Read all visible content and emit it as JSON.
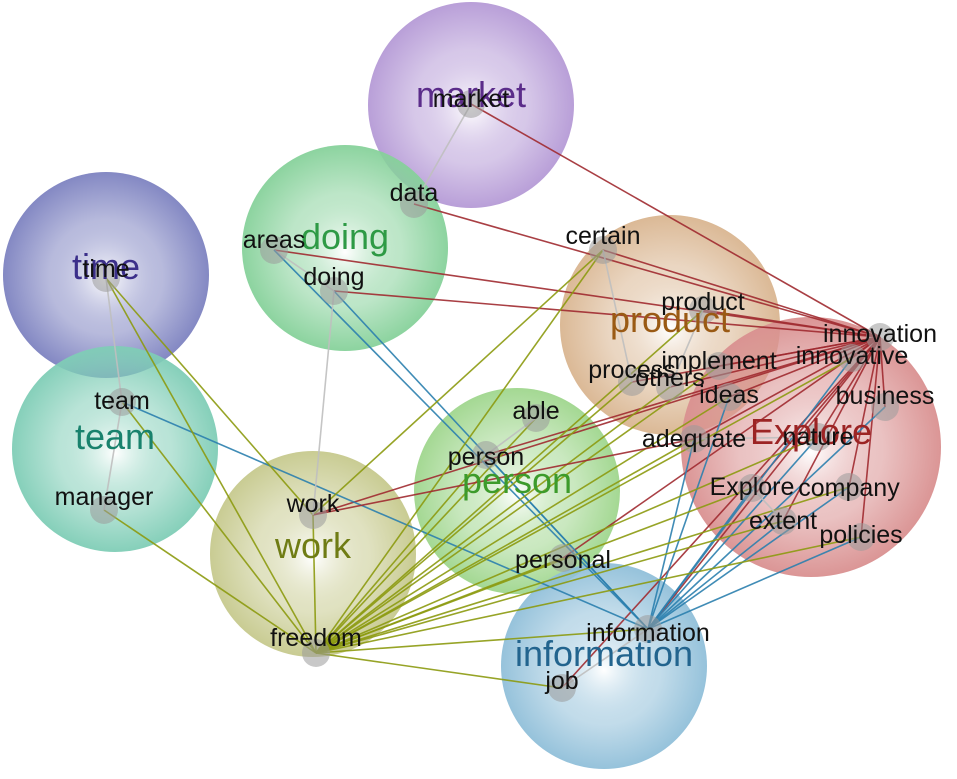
{
  "clusters": [
    {
      "id": "market",
      "label": "market",
      "color": "#5b2c8a",
      "fill": "#b59ad6"
    },
    {
      "id": "time",
      "label": "time",
      "color": "#3b2f8a",
      "fill": "#7d82c0"
    },
    {
      "id": "doing",
      "label": "doing",
      "color": "#2e9a45",
      "fill": "#86d19a"
    },
    {
      "id": "product",
      "label": "product",
      "color": "#9a5a14",
      "fill": "#d9b590"
    },
    {
      "id": "team",
      "label": "team",
      "color": "#19826d",
      "fill": "#7fcdb6"
    },
    {
      "id": "person",
      "label": "person",
      "color": "#3c9b2b",
      "fill": "#9fd68d"
    },
    {
      "id": "work",
      "label": "work",
      "color": "#6f7c14",
      "fill": "#c6c98d"
    },
    {
      "id": "explore",
      "label": "Explore",
      "color": "#9c2424",
      "fill": "#d99090"
    },
    {
      "id": "information",
      "label": "information",
      "color": "#22648e",
      "fill": "#90bfd9"
    }
  ],
  "nodes": [
    {
      "id": "market",
      "label": "market",
      "cluster": "market"
    },
    {
      "id": "data",
      "label": "data",
      "cluster": "market"
    },
    {
      "id": "time",
      "label": "time",
      "cluster": "time"
    },
    {
      "id": "areas",
      "label": "areas",
      "cluster": "doing"
    },
    {
      "id": "doing",
      "label": "doing",
      "cluster": "doing"
    },
    {
      "id": "certain",
      "label": "certain",
      "cluster": "product"
    },
    {
      "id": "product",
      "label": "product",
      "cluster": "product"
    },
    {
      "id": "process",
      "label": "process",
      "cluster": "product"
    },
    {
      "id": "implement",
      "label": "implement",
      "cluster": "product"
    },
    {
      "id": "others",
      "label": "others",
      "cluster": "product"
    },
    {
      "id": "team",
      "label": "team",
      "cluster": "team"
    },
    {
      "id": "manager",
      "label": "manager",
      "cluster": "team"
    },
    {
      "id": "able",
      "label": "able",
      "cluster": "person"
    },
    {
      "id": "person",
      "label": "person",
      "cluster": "person"
    },
    {
      "id": "personal",
      "label": "personal",
      "cluster": "person"
    },
    {
      "id": "work",
      "label": "work",
      "cluster": "work"
    },
    {
      "id": "freedom",
      "label": "freedom",
      "cluster": "work"
    },
    {
      "id": "innovation",
      "label": "innovation",
      "cluster": "explore"
    },
    {
      "id": "innovative",
      "label": "innovative",
      "cluster": "explore"
    },
    {
      "id": "ideas",
      "label": "ideas",
      "cluster": "explore"
    },
    {
      "id": "business",
      "label": "business",
      "cluster": "explore"
    },
    {
      "id": "adequate",
      "label": "adequate",
      "cluster": "explore"
    },
    {
      "id": "nature",
      "label": "nature",
      "cluster": "explore"
    },
    {
      "id": "Explore",
      "label": "Explore",
      "cluster": "explore"
    },
    {
      "id": "company",
      "label": "company",
      "cluster": "explore"
    },
    {
      "id": "extent",
      "label": "extent",
      "cluster": "explore"
    },
    {
      "id": "policies",
      "label": "policies",
      "cluster": "explore"
    },
    {
      "id": "information",
      "label": "information",
      "cluster": "information"
    },
    {
      "id": "job",
      "label": "job",
      "cluster": "information"
    }
  ],
  "edges": [
    [
      "market",
      "innovation"
    ],
    [
      "market",
      "data"
    ],
    [
      "data",
      "innovation"
    ],
    [
      "areas",
      "innovation"
    ],
    [
      "doing",
      "innovation"
    ],
    [
      "certain",
      "innovation"
    ],
    [
      "work",
      "innovation"
    ],
    [
      "person",
      "innovation"
    ],
    [
      "areas",
      "doing"
    ],
    [
      "product",
      "innovation"
    ],
    [
      "implement",
      "innovation"
    ],
    [
      "others",
      "innovation"
    ],
    [
      "process",
      "innovation"
    ],
    [
      "personal",
      "innovation"
    ],
    [
      "information",
      "innovation"
    ],
    [
      "job",
      "innovation"
    ],
    [
      "ideas",
      "innovation"
    ],
    [
      "adequate",
      "innovation"
    ],
    [
      "nature",
      "innovation"
    ],
    [
      "company",
      "innovation"
    ],
    [
      "extent",
      "innovation"
    ],
    [
      "policies",
      "innovation"
    ],
    [
      "business",
      "innovation"
    ],
    [
      "Explore",
      "innovation"
    ],
    [
      "innovative",
      "innovation"
    ],
    [
      "areas",
      "information"
    ],
    [
      "doing",
      "information"
    ],
    [
      "team",
      "information"
    ],
    [
      "person",
      "information"
    ],
    [
      "information",
      "ideas"
    ],
    [
      "information",
      "Explore"
    ],
    [
      "information",
      "extent"
    ],
    [
      "information",
      "company"
    ],
    [
      "information",
      "policies"
    ],
    [
      "information",
      "nature"
    ],
    [
      "information",
      "adequate"
    ],
    [
      "information",
      "innovative"
    ],
    [
      "information",
      "business"
    ],
    [
      "freedom",
      "time"
    ],
    [
      "freedom",
      "team"
    ],
    [
      "freedom",
      "manager"
    ],
    [
      "freedom",
      "work"
    ],
    [
      "freedom",
      "job"
    ],
    [
      "freedom",
      "person"
    ],
    [
      "freedom",
      "certain"
    ],
    [
      "freedom",
      "product"
    ],
    [
      "freedom",
      "implement"
    ],
    [
      "freedom",
      "others"
    ],
    [
      "freedom",
      "process"
    ],
    [
      "freedom",
      "able"
    ],
    [
      "freedom",
      "personal"
    ],
    [
      "freedom",
      "information"
    ],
    [
      "freedom",
      "ideas"
    ],
    [
      "freedom",
      "adequate"
    ],
    [
      "freedom",
      "nature"
    ],
    [
      "freedom",
      "Explore"
    ],
    [
      "freedom",
      "company"
    ],
    [
      "freedom",
      "extent"
    ],
    [
      "freedom",
      "policies"
    ],
    [
      "freedom",
      "innovative"
    ],
    [
      "work",
      "time"
    ],
    [
      "work",
      "certain"
    ],
    [
      "work",
      "adequate"
    ],
    [
      "work",
      "doing"
    ],
    [
      "time",
      "team"
    ],
    [
      "team",
      "manager"
    ],
    [
      "certain",
      "process"
    ],
    [
      "able",
      "person"
    ],
    [
      "product",
      "others"
    ],
    [
      "information",
      "job"
    ],
    [
      "Explore",
      "extent"
    ],
    [
      "adequate",
      "nature"
    ]
  ]
}
